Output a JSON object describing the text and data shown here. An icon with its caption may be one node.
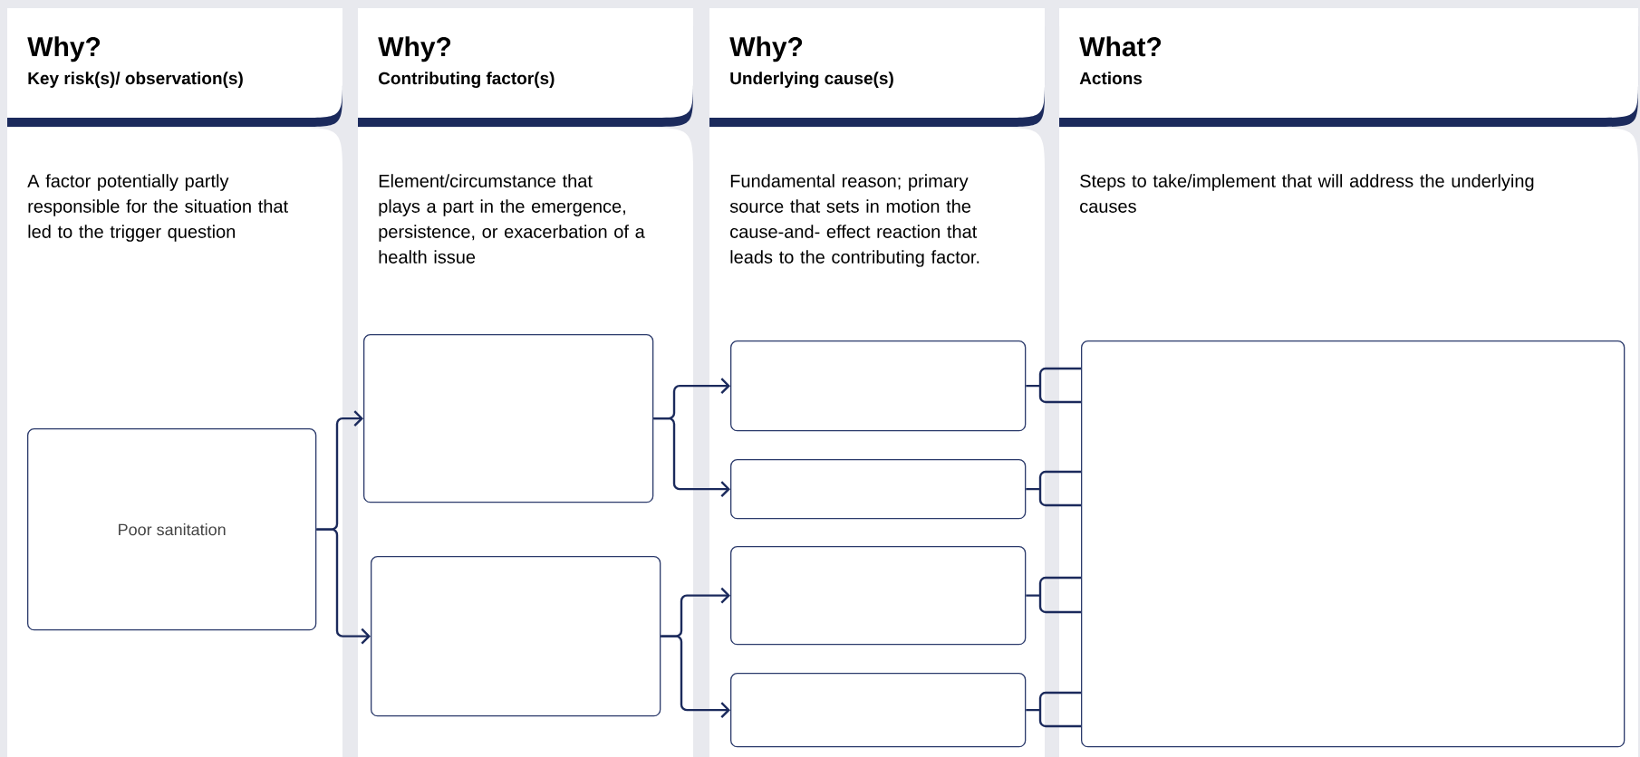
{
  "diagram": {
    "nodes": [
      {
        "text": [
          "Why?",
          "Key risk(s)/ observation(s)",
          "A factor potentially partly responsible for the situation that led to the trigger question"
        ]
      },
      {
        "text": [
          "Poor sanitation"
        ],
        "in": 0
      },
      {
        "text": [
          "Why?",
          "Contributing factor(s)",
          "Element/circumstance that plays a part in the emergence, persistence, or exacerbation of a health issue"
        ]
      },
      {
        "text": [],
        "shape": "box",
        "in": 2
      },
      {
        "text": [],
        "shape": "box",
        "in": 2
      },
      {
        "text": [
          "Why?",
          "Underlying cause(s)",
          "Fundamental reason; primary source that sets in motion the cause-and- effect reaction that leads to the contributing factor."
        ]
      },
      {
        "text": [],
        "shape": "box",
        "in": 5
      },
      {
        "text": [],
        "shape": "box",
        "in": 5
      },
      {
        "text": [],
        "shape": "box",
        "in": 5
      },
      {
        "text": [],
        "shape": "box",
        "in": 5
      },
      {
        "text": [
          "What?",
          "Actions",
          "Steps to take/implement that will address the underlying causes"
        ]
      },
      {
        "text": [],
        "shape": "box",
        "in": 10
      }
    ],
    "edges": [
      {
        "from": 1,
        "to": 3,
        "arrow": "to"
      },
      {
        "from": 1,
        "to": 4,
        "arrow": "to"
      },
      {
        "from": 3,
        "to": 6,
        "arrow": "to"
      },
      {
        "from": 3,
        "to": 7,
        "arrow": "to"
      },
      {
        "from": 4,
        "to": 8,
        "arrow": "to"
      },
      {
        "from": 4,
        "to": 9,
        "arrow": "to"
      },
      {
        "from": 6,
        "to": 11,
        "arrow": "none"
      },
      {
        "from": 7,
        "to": 11,
        "arrow": "none"
      },
      {
        "from": 8,
        "to": 11,
        "arrow": "none"
      },
      {
        "from": 9,
        "to": 11,
        "arrow": "none"
      }
    ]
  }
}
